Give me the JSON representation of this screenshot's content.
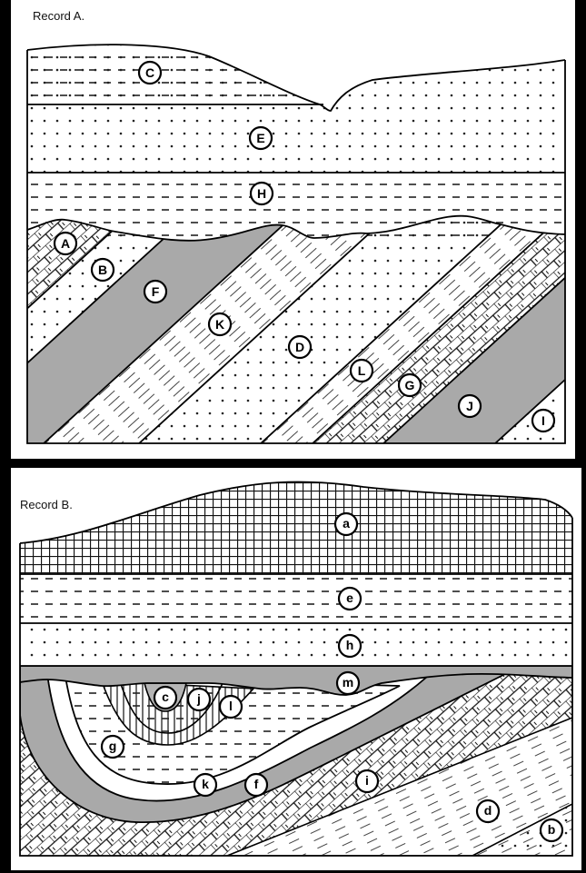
{
  "record_a": {
    "title": "Record A.",
    "labels": {
      "A": "A",
      "B": "B",
      "C": "C",
      "D": "D",
      "E": "E",
      "F": "F",
      "G": "G",
      "H": "H",
      "I": "I",
      "J": "J",
      "K": "K",
      "L": "L"
    }
  },
  "record_b": {
    "title": "Record B.",
    "labels": {
      "a": "a",
      "b": "b",
      "c": "c",
      "d": "d",
      "e": "e",
      "f": "f",
      "g": "g",
      "h": "h",
      "i": "i",
      "j": "j",
      "k": "k",
      "l": "l",
      "m": "m"
    }
  },
  "colors": {
    "background": "#000000",
    "panel": "#ffffff",
    "shale_gray": "#a9a9a9"
  }
}
